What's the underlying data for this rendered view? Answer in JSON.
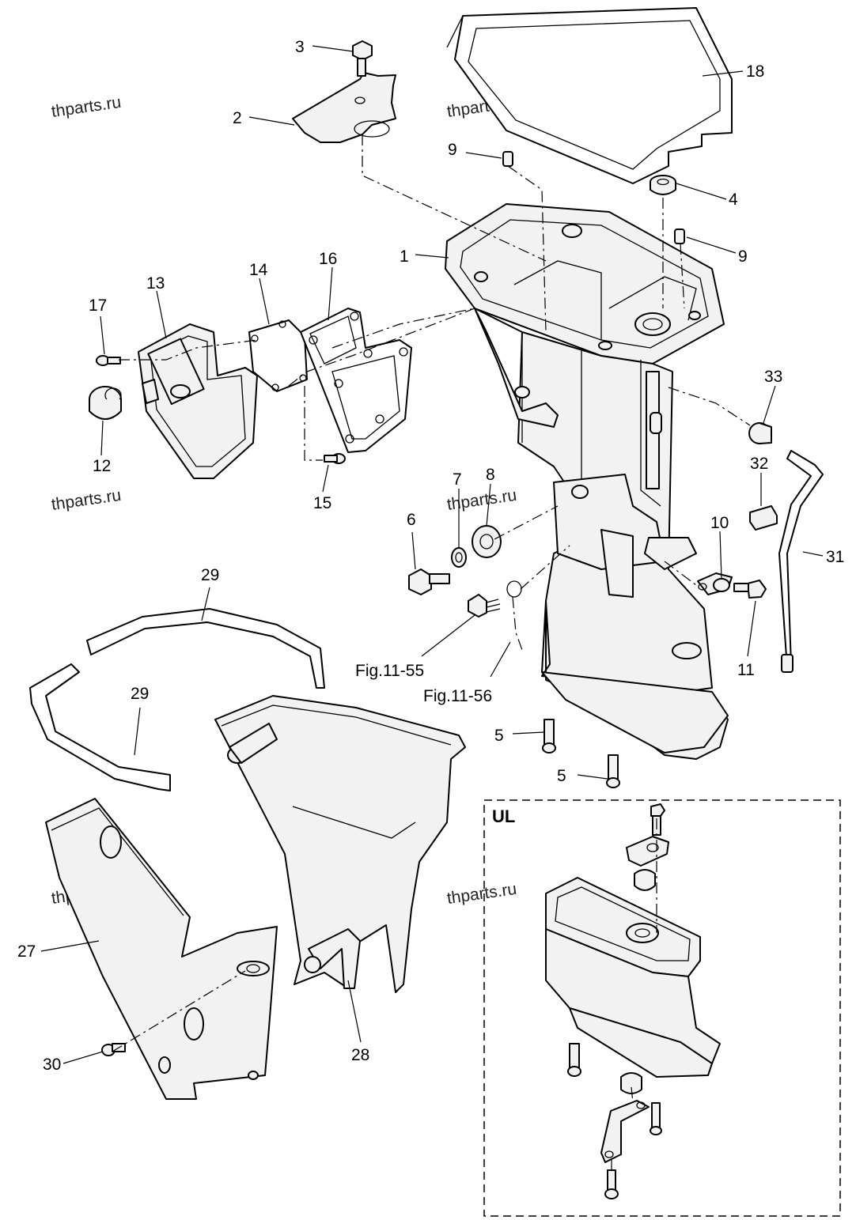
{
  "watermark": "thparts.ru",
  "inset_label": "UL",
  "callouts": {
    "c1": "1",
    "c2": "2",
    "c3": "3",
    "c4": "4",
    "c5a": "5",
    "c5b": "5",
    "c6": "6",
    "c7": "7",
    "c8": "8",
    "c9a": "9",
    "c9b": "9",
    "c10": "10",
    "c11": "11",
    "c12": "12",
    "c13": "13",
    "c14": "14",
    "c15": "15",
    "c16": "16",
    "c17": "17",
    "c18": "18",
    "c27": "27",
    "c28": "28",
    "c29a": "29",
    "c29b": "29",
    "c30": "30",
    "c31": "31",
    "c32": "32",
    "c33": "33",
    "fig55": "Fig.11-55",
    "fig56": "Fig.11-56"
  }
}
